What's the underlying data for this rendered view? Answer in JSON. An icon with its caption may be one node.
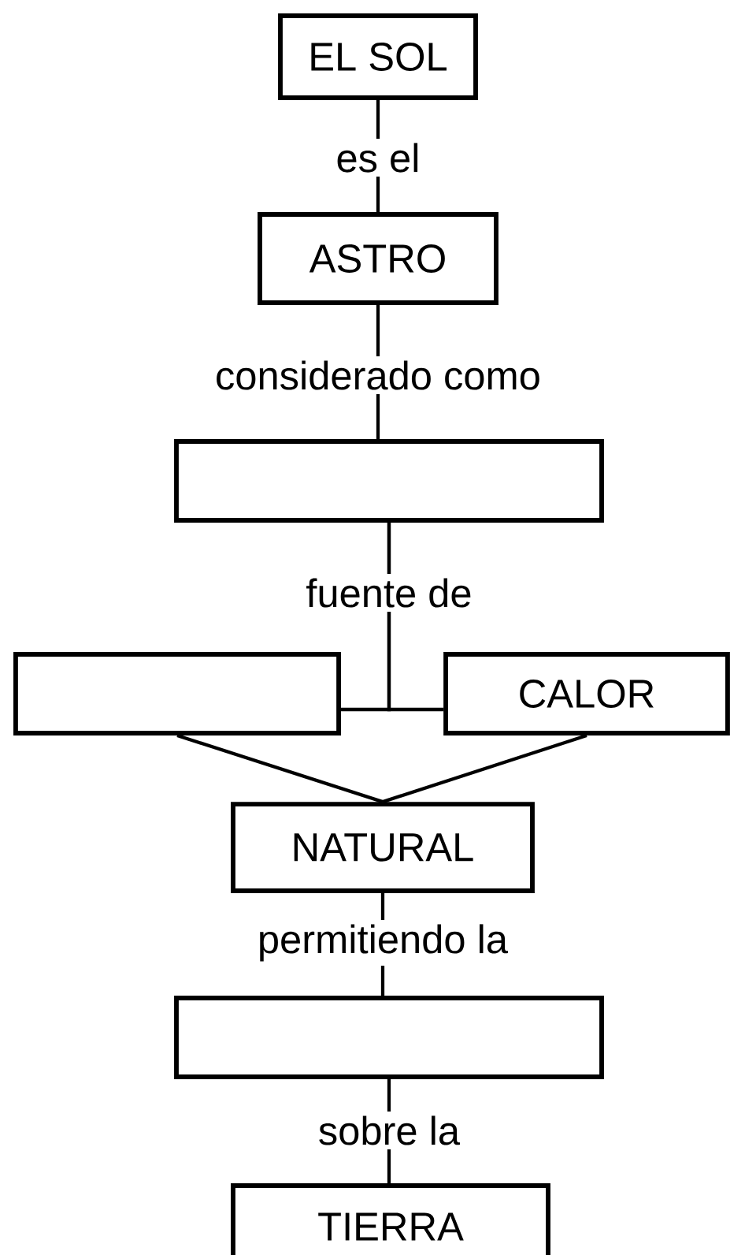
{
  "diagram": {
    "nodes": [
      {
        "text": [
          "EL SOL"
        ]
      },
      {
        "text": [
          "ASTRO"
        ]
      },
      {
        "text": [],
        "shape": "box"
      },
      {
        "text": [],
        "shape": "box"
      },
      {
        "text": [
          "CALOR"
        ]
      },
      {
        "text": [
          "NATURAL"
        ]
      },
      {
        "text": [],
        "shape": "box"
      },
      {
        "text": [
          "TIERRA"
        ]
      }
    ],
    "edges": [
      {
        "from": 0,
        "to": 1,
        "arrow": "none",
        "label": "es el"
      },
      {
        "from": 1,
        "to": 2,
        "arrow": "none",
        "label": "considerado como"
      },
      {
        "from": 2,
        "to": 3,
        "arrow": "none",
        "label": "fuente de"
      },
      {
        "from": 2,
        "to": 4,
        "arrow": "none"
      },
      {
        "from": 3,
        "to": 5,
        "arrow": "none"
      },
      {
        "from": 4,
        "to": 5,
        "arrow": "none"
      },
      {
        "from": 5,
        "to": 6,
        "arrow": "none",
        "label": "permitiendo la"
      },
      {
        "from": 6,
        "to": 7,
        "arrow": "none",
        "label": "sobre la"
      }
    ]
  }
}
